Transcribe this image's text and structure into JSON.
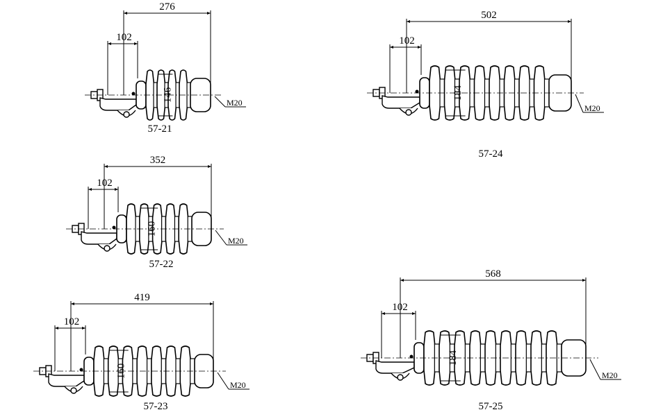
{
  "colors": {
    "line": "#000000",
    "background": "#ffffff"
  },
  "insulators": [
    {
      "model": "57-21",
      "overall_length": "276",
      "fitting_length": "102",
      "diameter": "146",
      "thread": "M20"
    },
    {
      "model": "57-22",
      "overall_length": "352",
      "fitting_length": "102",
      "diameter": "160",
      "thread": "M20"
    },
    {
      "model": "57-23",
      "overall_length": "419",
      "fitting_length": "102",
      "diameter": "160",
      "thread": "M20"
    },
    {
      "model": "57-24",
      "overall_length": "502",
      "fitting_length": "102",
      "diameter": "184",
      "thread": "M20"
    },
    {
      "model": "57-25",
      "overall_length": "568",
      "fitting_length": "102",
      "diameter": "184",
      "thread": "M20"
    }
  ]
}
